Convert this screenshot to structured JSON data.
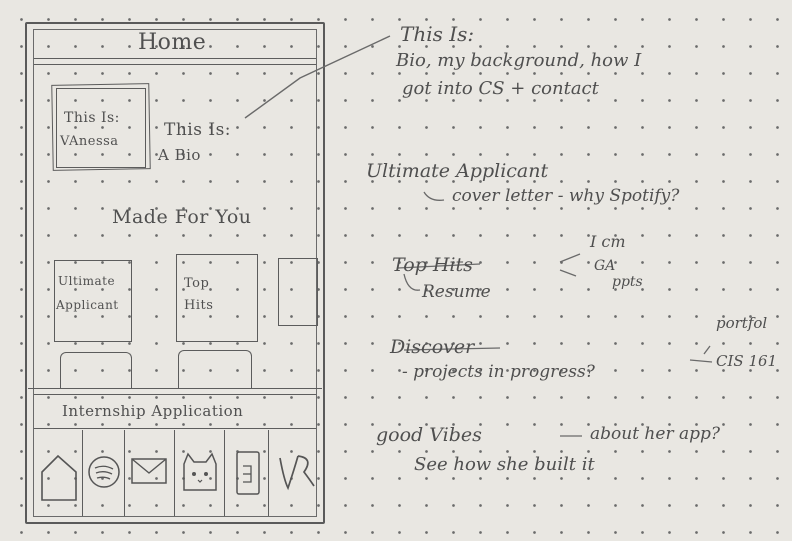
{
  "phone": {
    "header_title": "Home",
    "bio_card_label_line1": "This Is:",
    "bio_card_label_line2": "VAnessa",
    "bio_heading_line1": "This Is:",
    "bio_heading_line2": "A Bio",
    "section_title": "Made For You",
    "tiles": [
      {
        "line1": "Ultimate",
        "line2": "Applicant"
      },
      {
        "line1": "Top",
        "line2": "Hits"
      }
    ],
    "banner_label": "Internship Application",
    "nav_icons": [
      "home-icon",
      "spotify-icon",
      "mail-icon",
      "cat-icon",
      "phone-icon",
      "vr-icon"
    ]
  },
  "notes": {
    "this_is_title": "This Is:",
    "this_is_line2": "Bio, my background, how I",
    "this_is_line3": "got into CS + contact",
    "ultimate_title": "Ultimate Applicant",
    "ultimate_sub": "cover letter - why Spotify?",
    "tophits_title": "Top Hits",
    "tophits_sub": "Resume",
    "tophits_side1": "I cm",
    "tophits_side2": "GA",
    "tophits_side3": "ppts",
    "discover_title": "Discover",
    "discover_sub": "- projects in progress?",
    "discover_side1": "portfol",
    "discover_side2": "CIS 161",
    "goodvibes_title": "good Vibes",
    "goodvibes_arrow": "about her app?",
    "goodvibes_sub": "See how she built it"
  }
}
